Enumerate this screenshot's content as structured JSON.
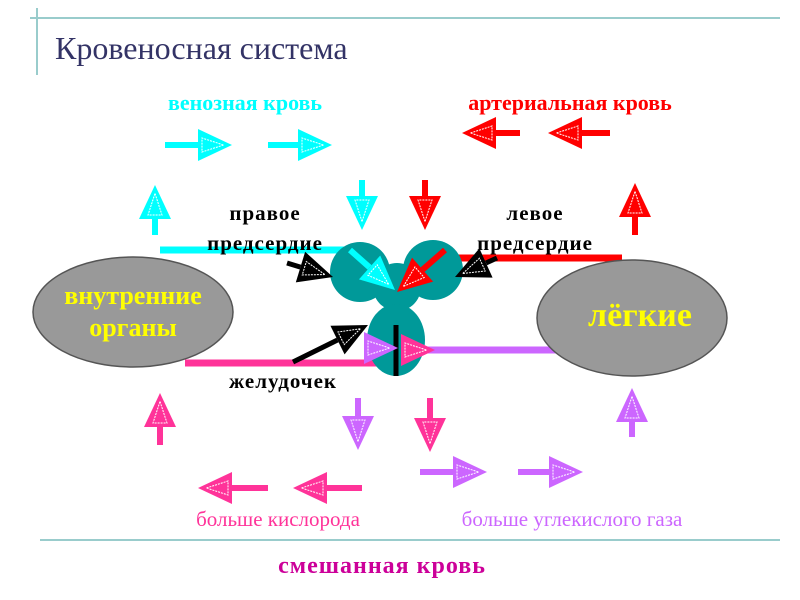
{
  "title": "Кровеносная система",
  "labels": {
    "venous": "венозная кровь",
    "arterial": "артериальная кровь",
    "right_atrium_1": "правое",
    "right_atrium_2": "предсердие",
    "left_atrium_1": "левое",
    "left_atrium_2": "предсердие",
    "ventricle": "желудочек",
    "organs_1": "внутренние",
    "organs_2": "органы",
    "lungs": "лёгкие",
    "more_oxygen": "больше кислорода",
    "more_co2": "больше углекислого газа",
    "mixed": "смешанная кровь"
  },
  "colors": {
    "venous": "#00ffff",
    "arterial": "#ff0000",
    "oxygen": "#ff3399",
    "co2": "#cc66ff",
    "heart": "#009999",
    "organ": "#999999",
    "organ_text": "#ffff00",
    "mixed": "#cc0099"
  }
}
